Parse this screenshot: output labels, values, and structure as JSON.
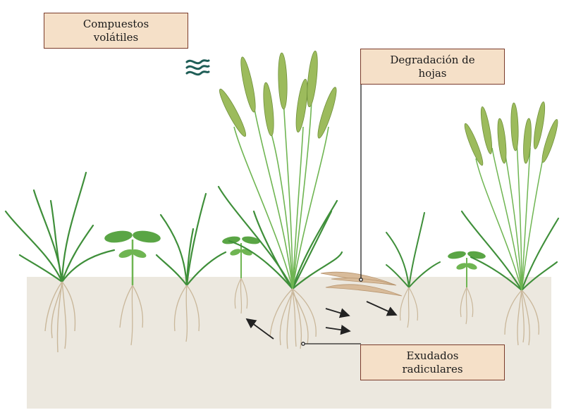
{
  "labels": {
    "volatile_compounds": {
      "line1": "Compuestos",
      "line2": "volátiles"
    },
    "leaf_degradation": {
      "line1": "Degradación de",
      "line2": "hojas"
    },
    "root_exudates": {
      "line1": "Exudados",
      "line2": "radiculares"
    }
  },
  "colors": {
    "soil": "#ece8df",
    "leaf_dark": "#3f8f3a",
    "leaf_light": "#6fb552",
    "grain": "#9cbb5c",
    "root": "#c9b79a",
    "label_fill": "#f5e0c8",
    "label_border": "#7a3b2a",
    "arrow": "#222222",
    "wave": "#1f5e57",
    "straw": "#d8bb9a"
  }
}
